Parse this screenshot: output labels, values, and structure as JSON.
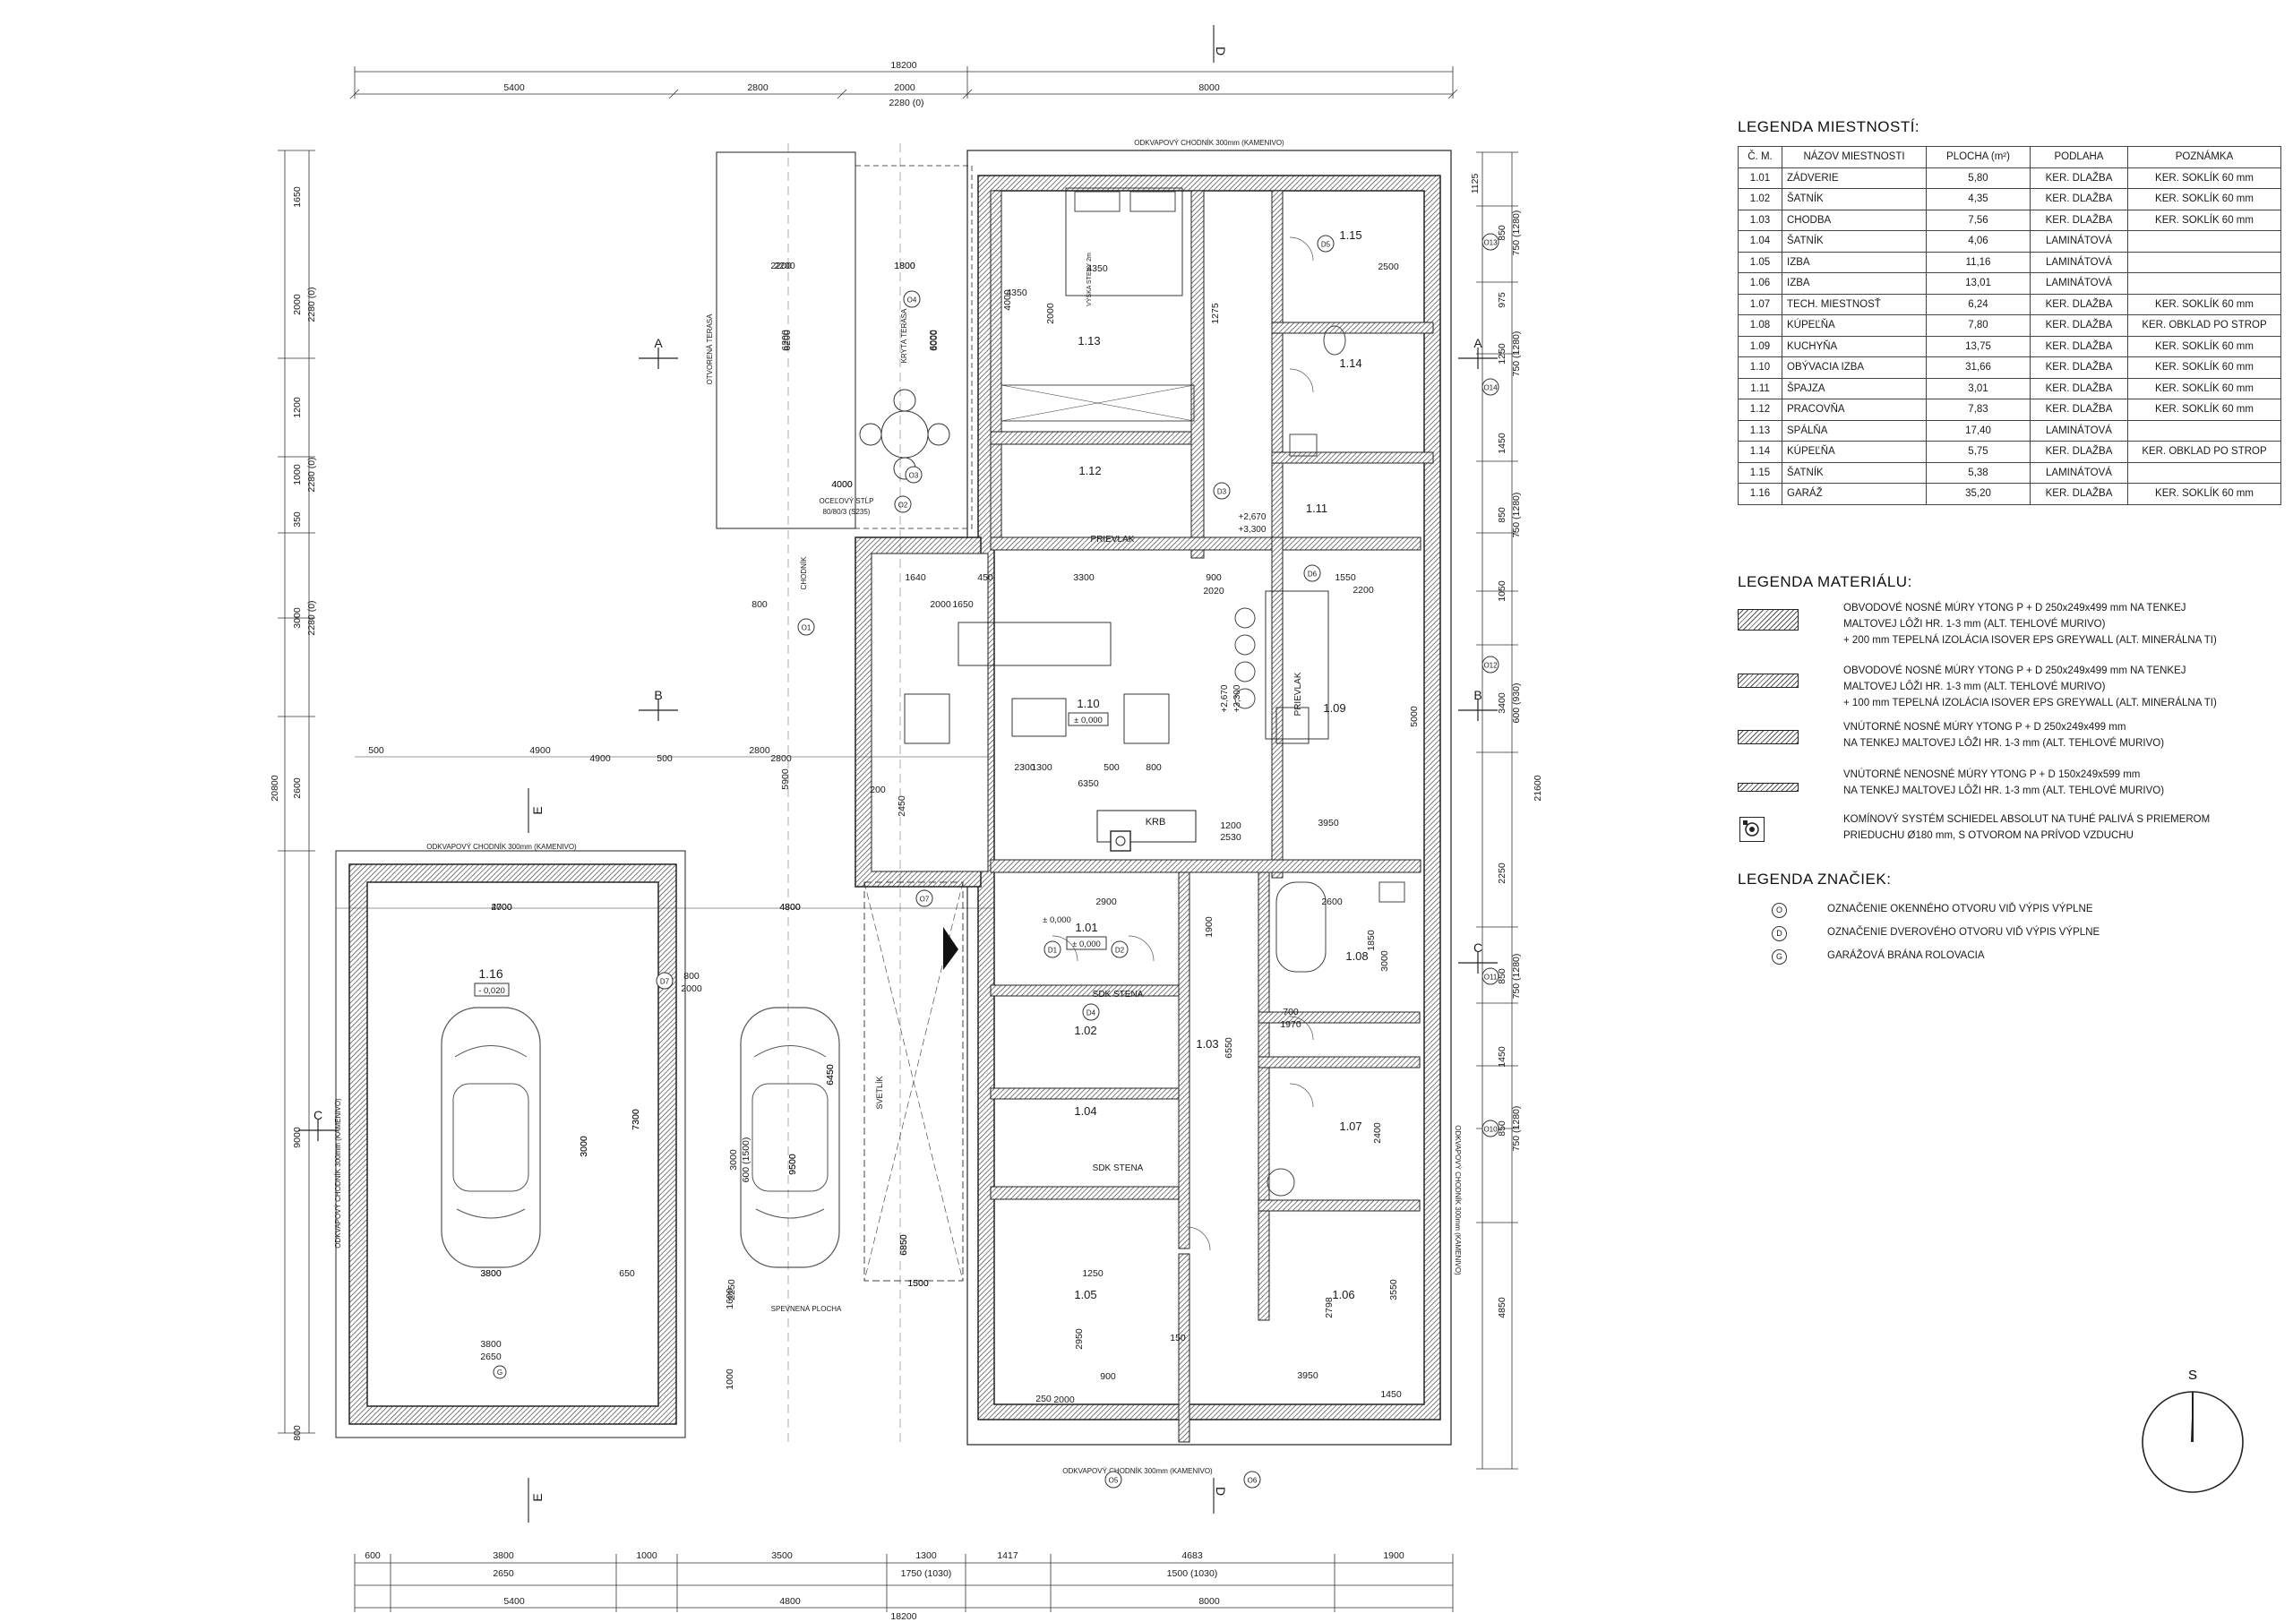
{
  "plan": {
    "overall_width": "18200",
    "overall_height": "20800",
    "overall_height_right": "21600",
    "top_dims": [
      "5400",
      "2800",
      "2000",
      "8000"
    ],
    "top_sub": "2280 (0)",
    "bottom_dims_1": [
      "600",
      "3800",
      "1000",
      "3500",
      "1300",
      "1417",
      "4683",
      "1900"
    ],
    "bottom_dims_2": [
      "2650",
      "1750 (1030)",
      "1500 (1030)"
    ],
    "bottom_dims_3": [
      "5400",
      "4800",
      "8000"
    ],
    "left_dims": [
      "1650",
      "2000",
      "2280 (0)",
      "1200",
      "1000",
      "2280 (0)",
      "350",
      "3000",
      "2280 (0)",
      "2600",
      "9000",
      "800"
    ],
    "right_dims": [
      "1125",
      "850",
      "750 (1280)",
      "975",
      "1250",
      "750 (1280)",
      "1450",
      "850",
      "750 (1280)",
      "1050",
      "3400",
      "600 (930)",
      "2250",
      "850",
      "750 (1280)",
      "1450",
      "850",
      "750 (1280)",
      "4850"
    ],
    "section_marks": [
      "A",
      "B",
      "C",
      "D",
      "E"
    ],
    "walkway_label": "ODKVAPOVÝ CHODNÍK 300mm (KAMENIVO)",
    "terrace_open": "OTVORENÁ TERASA",
    "terrace_covered": "KRYTÁ TERASA",
    "column_label": "OCEĽOVÝ STĹP",
    "column_spec": "80/80/3 (S235)",
    "path_label": "CHODNÍK",
    "paved_label": "SPEVNENÁ PLOCHA",
    "skylight_label": "SVETLÍK",
    "beam_label": "PRIEVLAK",
    "fireplace_label": "KRB",
    "sdk_label": "SDK STENA",
    "level_labels": [
      "+2,670",
      "+3,300"
    ],
    "zero_level": "± 0,000",
    "garage_level": "- 0,020",
    "wall_height_note": "VÝŠKA STENY 2m",
    "rooms": [
      {
        "id": "1.01",
        "level": "± 0,000"
      },
      {
        "id": "1.02"
      },
      {
        "id": "1.03"
      },
      {
        "id": "1.04"
      },
      {
        "id": "1.05"
      },
      {
        "id": "1.06"
      },
      {
        "id": "1.07"
      },
      {
        "id": "1.08"
      },
      {
        "id": "1.09"
      },
      {
        "id": "1.10",
        "level": "± 0,000"
      },
      {
        "id": "1.11"
      },
      {
        "id": "1.12"
      },
      {
        "id": "1.13"
      },
      {
        "id": "1.14"
      },
      {
        "id": "1.15"
      },
      {
        "id": "1.16",
        "level": "- 0,020"
      }
    ],
    "windows": [
      "O1",
      "O2",
      "O3",
      "O4",
      "O5",
      "O6",
      "O7",
      "O10",
      "O11",
      "O12",
      "O13",
      "O14"
    ],
    "doors": [
      "D1",
      "D2",
      "D3",
      "D4",
      "D5",
      "D6",
      "D7"
    ],
    "gate": "G",
    "inner_dims": [
      "4350",
      "4000",
      "2000",
      "1275",
      "2500",
      "2200",
      "1800",
      "4000",
      "6200",
      "6000",
      "3300",
      "1640",
      "450",
      "900",
      "1550",
      "2020",
      "2200",
      "2000",
      "1650",
      "800",
      "5900",
      "5000",
      "6350",
      "2300",
      "1300",
      "500",
      "800",
      "2450",
      "200",
      "3950",
      "1200",
      "2530",
      "2900",
      "2600",
      "1900",
      "4700",
      "4800",
      "7300",
      "3000",
      "9500",
      "6450",
      "6850",
      "3800",
      "650",
      "1500",
      "2250",
      "1600",
      "1000",
      "2950",
      "3950",
      "1450",
      "2798",
      "3550",
      "1250",
      "6550",
      "2400",
      "1850",
      "3000",
      "900",
      "2000",
      "700",
      "1970",
      "4900",
      "500",
      "2800",
      "250",
      "150"
    ]
  },
  "room_legend": {
    "title": "LEGENDA MIESTNOSTÍ:",
    "headers": [
      "Č. M.",
      "NÁZOV MIESTNOSTI",
      "PLOCHA (m²)",
      "PODLAHA",
      "POZNÁMKA"
    ],
    "rows": [
      [
        "1.01",
        "ZÁDVERIE",
        "5,80",
        "KER. DLAŽBA",
        "KER. SOKLÍK 60 mm"
      ],
      [
        "1.02",
        "ŠATNÍK",
        "4,35",
        "KER. DLAŽBA",
        "KER. SOKLÍK 60 mm"
      ],
      [
        "1.03",
        "CHODBA",
        "7,56",
        "KER. DLAŽBA",
        "KER. SOKLÍK 60 mm"
      ],
      [
        "1.04",
        "ŠATNÍK",
        "4,06",
        "LAMINÁTOVÁ",
        ""
      ],
      [
        "1.05",
        "IZBA",
        "11,16",
        "LAMINÁTOVÁ",
        ""
      ],
      [
        "1.06",
        "IZBA",
        "13,01",
        "LAMINÁTOVÁ",
        ""
      ],
      [
        "1.07",
        "TECH. MIESTNOSŤ",
        "6,24",
        "KER. DLAŽBA",
        "KER. SOKLÍK 60 mm"
      ],
      [
        "1.08",
        "KÚPEĽŇA",
        "7,80",
        "KER. DLAŽBA",
        "KER. OBKLAD PO STROP"
      ],
      [
        "1.09",
        "KUCHYŇA",
        "13,75",
        "KER. DLAŽBA",
        "KER. SOKLÍK 60 mm"
      ],
      [
        "1.10",
        "OBÝVACIA IZBA",
        "31,66",
        "KER. DLAŽBA",
        "KER. SOKLÍK 60 mm"
      ],
      [
        "1.11",
        "ŠPAJZA",
        "3,01",
        "KER. DLAŽBA",
        "KER. SOKLÍK 60 mm"
      ],
      [
        "1.12",
        "PRACOVŇA",
        "7,83",
        "KER. DLAŽBA",
        "KER. SOKLÍK 60 mm"
      ],
      [
        "1.13",
        "SPÁLŇA",
        "17,40",
        "LAMINÁTOVÁ",
        ""
      ],
      [
        "1.14",
        "KÚPEĽŇA",
        "5,75",
        "KER. DLAŽBA",
        "KER. OBKLAD PO STROP"
      ],
      [
        "1.15",
        "ŠATNÍK",
        "5,38",
        "LAMINÁTOVÁ",
        ""
      ],
      [
        "1.16",
        "GARÁŽ",
        "35,20",
        "KER. DLAŽBA",
        "KER. SOKLÍK 60 mm"
      ]
    ]
  },
  "material_legend": {
    "title": "LEGENDA MATERIÁLU:",
    "items": [
      [
        "OBVODOVÉ NOSNÉ MÚRY YTONG P + D 250x249x499 mm NA TENKEJ",
        "MALTOVEJ LÔŽI HR. 1-3 mm (ALT. TEHLOVÉ MURIVO)",
        "+ 200 mm TEPELNÁ IZOLÁCIA ISOVER EPS GREYWALL (ALT. MINERÁLNA TI)"
      ],
      [
        "OBVODOVÉ NOSNÉ MÚRY YTONG P + D 250x249x499 mm NA TENKEJ",
        "MALTOVEJ LÔŽI HR. 1-3 mm (ALT. TEHLOVÉ MURIVO)",
        "+ 100 mm TEPELNÁ IZOLÁCIA ISOVER EPS GREYWALL (ALT. MINERÁLNA TI)"
      ],
      [
        "VNÚTORNÉ NOSNÉ MÚRY YTONG P + D 250x249x499 mm",
        "NA TENKEJ MALTOVEJ LÔŽI HR. 1-3 mm (ALT. TEHLOVÉ MURIVO)"
      ],
      [
        "VNÚTORNÉ NENOSNÉ MÚRY YTONG P + D 150x249x599 mm",
        "NA TENKEJ MALTOVEJ LÔŽI HR. 1-3 mm (ALT. TEHLOVÉ MURIVO)"
      ],
      [
        "KOMÍNOVÝ SYSTÉM SCHIEDEL ABSOLUT NA TUHÉ PALIVÁ S PRIEMEROM",
        "PRIEDUCHU Ø180 mm, S OTVOROM NA PRÍVOD VZDUCHU"
      ]
    ]
  },
  "symbol_legend": {
    "title": "LEGENDA ZNAČIEK:",
    "items": [
      {
        "symbol": "O",
        "text": "OZNAČENIE OKENNÉHO OTVORU VIĎ VÝPIS VÝPLNE"
      },
      {
        "symbol": "D",
        "text": "OZNAČENIE DVEROVÉHO OTVORU VIĎ VÝPIS VÝPLNE"
      },
      {
        "symbol": "G",
        "text": "GARÁŽOVÁ BRÁNA ROLOVACIA"
      }
    ]
  },
  "north": "S"
}
